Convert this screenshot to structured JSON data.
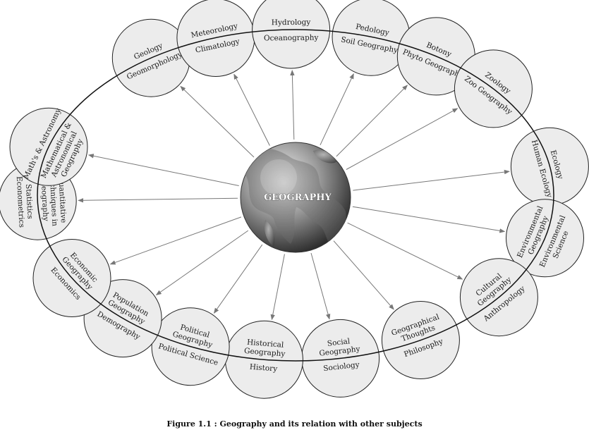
{
  "center": {
    "title": "GEOGRAPHY"
  },
  "subjects": [
    {
      "inner": "Geomorphology",
      "outer": "Geology"
    },
    {
      "inner": "Climatology",
      "outer": "Meteorology"
    },
    {
      "inner": "Oceanography",
      "outer": "Hydrology"
    },
    {
      "inner": "Soil Geography",
      "outer": "Pedology"
    },
    {
      "inner": "Phyto Geography",
      "outer": "Botony"
    },
    {
      "inner": "Zoo Geography",
      "outer": "Zoology"
    },
    {
      "inner": "Human Ecology",
      "outer": "Ecology"
    },
    {
      "inner": "Environmental Geography",
      "outer": "Environmental Science"
    },
    {
      "inner": "Cultural Geography",
      "outer": "Anthropology"
    },
    {
      "inner": "Geographical Thoughts",
      "outer": "Philosophy"
    },
    {
      "inner": "Social Geography",
      "outer": "Sociology"
    },
    {
      "inner": "Historical Geography",
      "outer": "History"
    },
    {
      "inner": "Political Geography",
      "outer": "Political Science"
    },
    {
      "inner": "Population Geography",
      "outer": "Demography"
    },
    {
      "inner": "Economic Geography",
      "outer": "Economics"
    },
    {
      "inner": "Quantitative Techniques in Geography",
      "outer": "Statistics Econometrics"
    },
    {
      "inner": "Mathematical & Astronomical Geography",
      "outer": "Math's & Astronomy"
    }
  ],
  "caption": "Figure 1.1 : Geography and its relation with other subjects"
}
